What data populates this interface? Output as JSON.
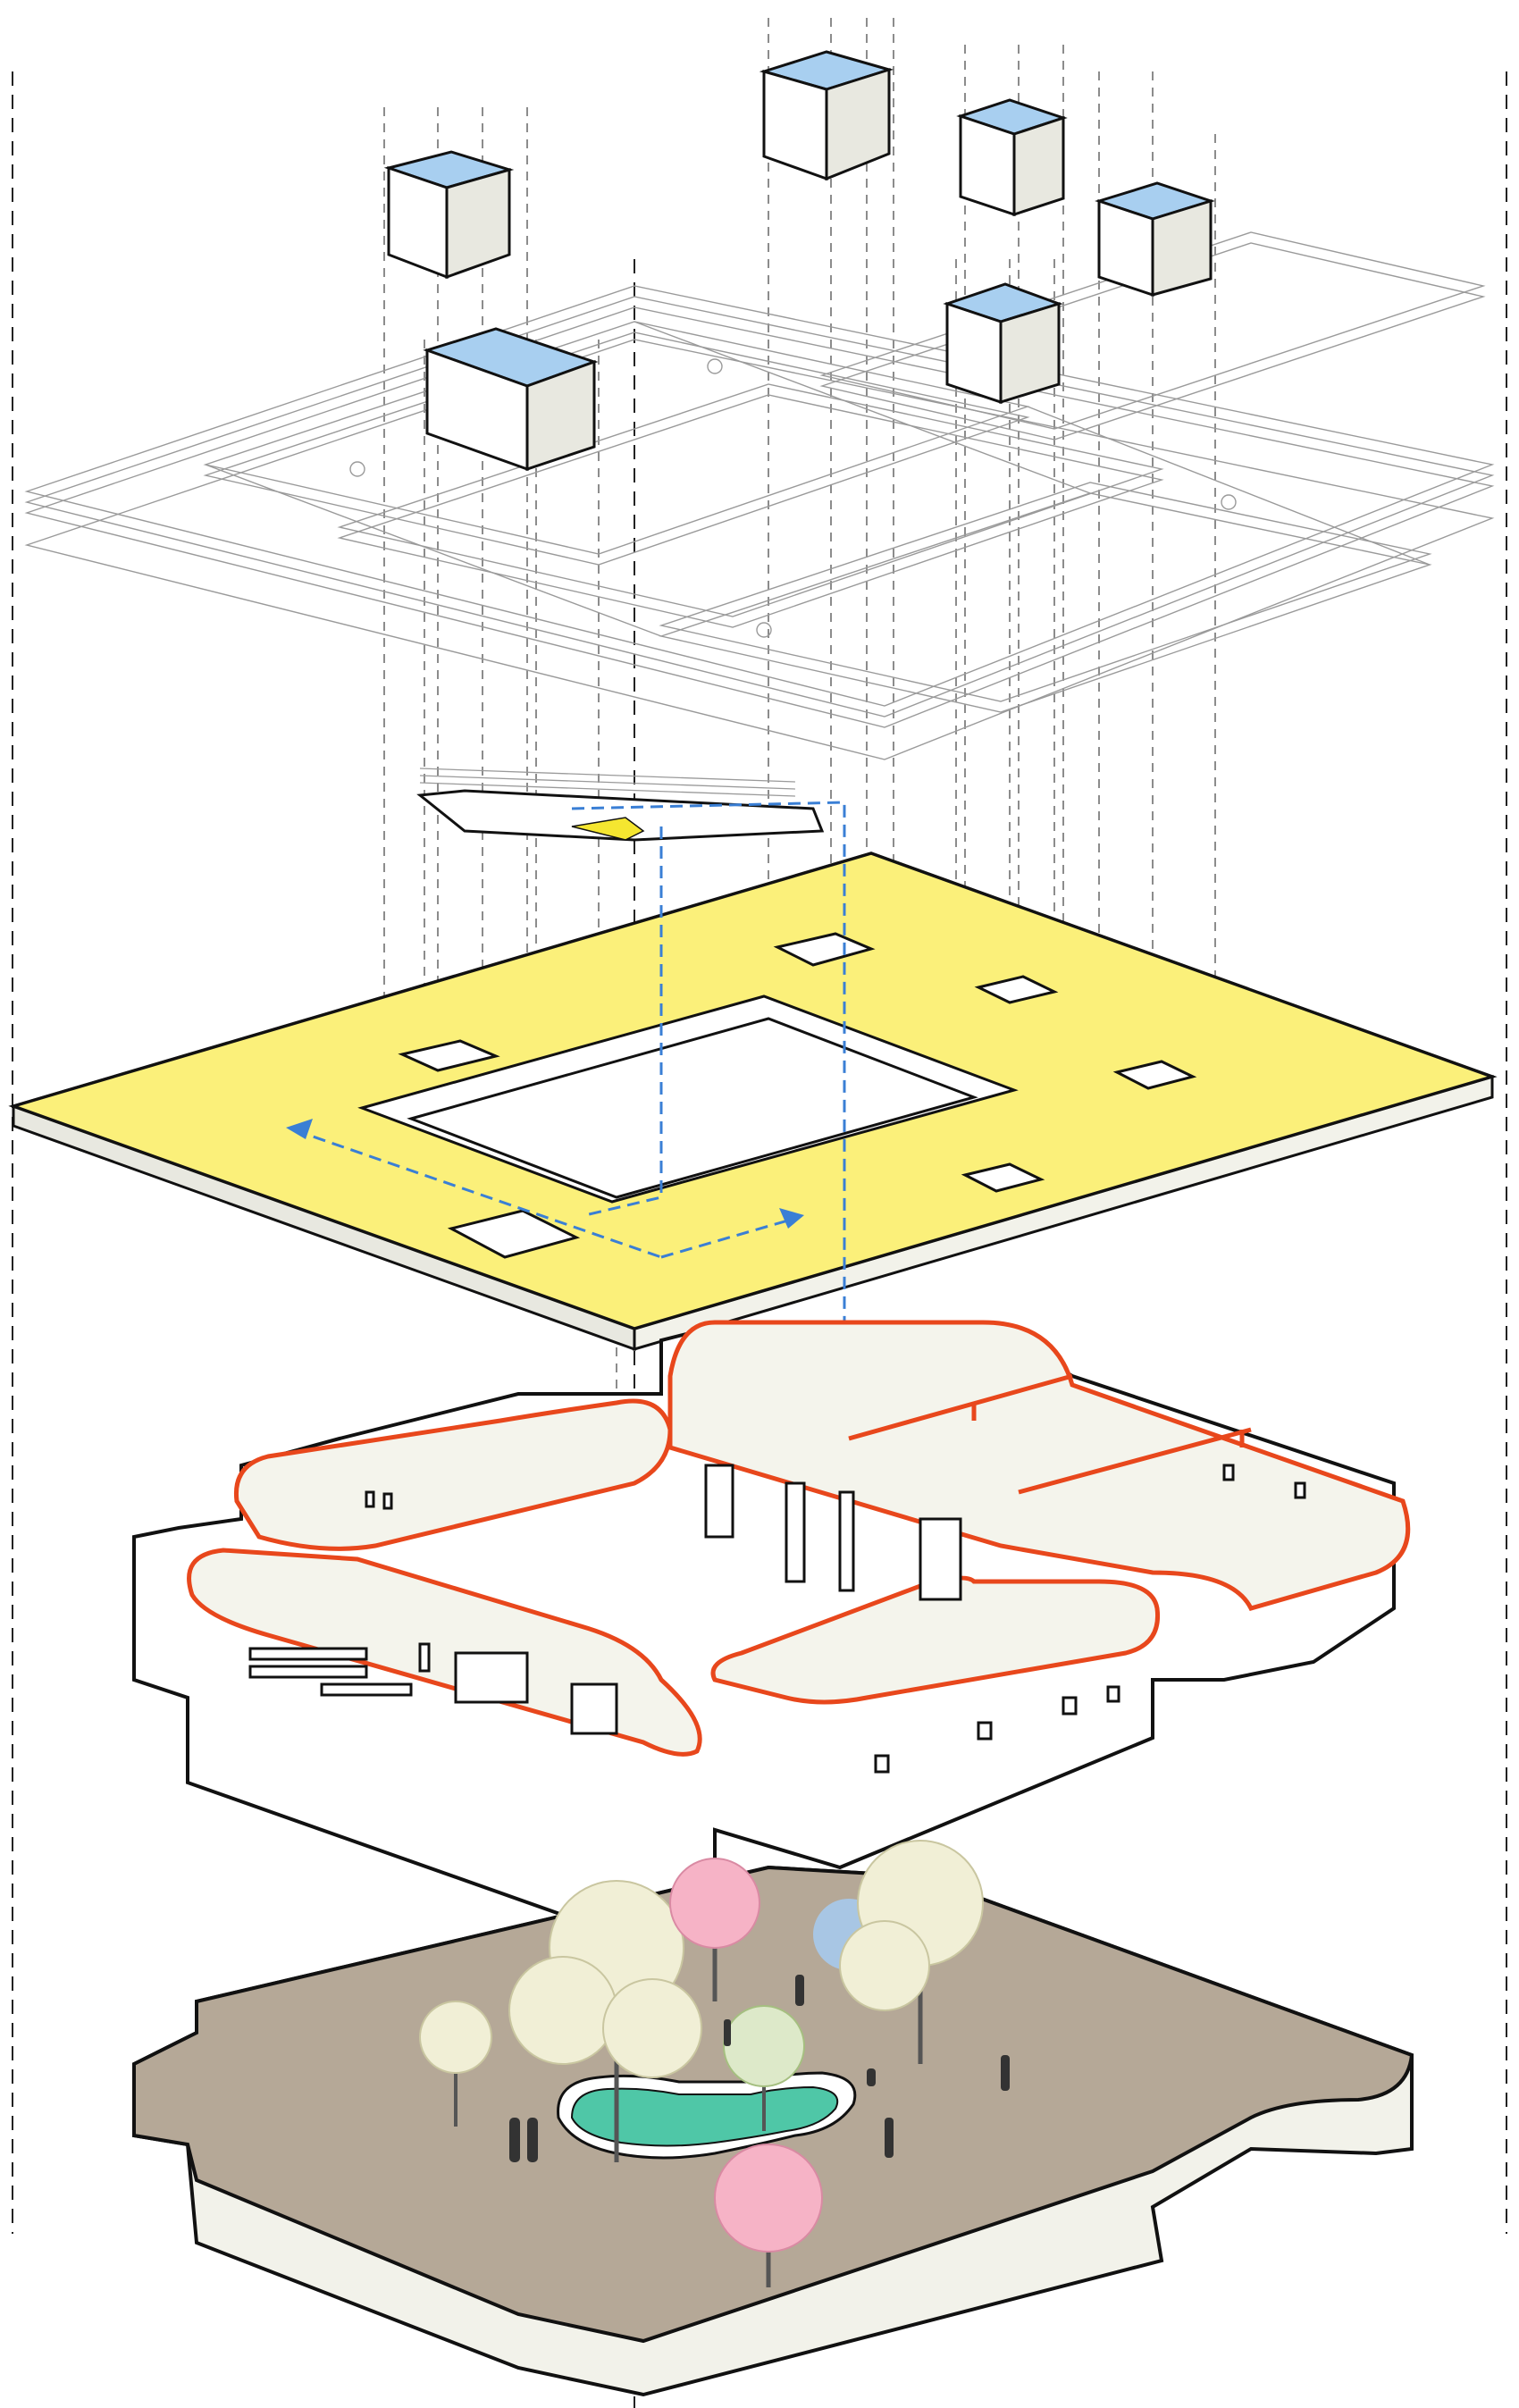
{
  "diagram": {
    "type": "exploded-axonometric",
    "layers": [
      {
        "id": "skylights",
        "label": "",
        "count": 6,
        "glass_color": "#a8cff0"
      },
      {
        "id": "roof-structure",
        "label": ""
      },
      {
        "id": "stair-landing",
        "label": ""
      },
      {
        "id": "roof-slab",
        "label": "",
        "fill_color": "#fbf07a",
        "opening_count": 7
      },
      {
        "id": "walls",
        "label": "",
        "cut_color": "#e8471c"
      },
      {
        "id": "ground",
        "label": "",
        "fill_color": "#b5a897",
        "pool_color": "#4fc7a7"
      }
    ],
    "circulation_color": "#3a7fd5",
    "tree_colors": [
      "#f1efd6",
      "#f6b3c6",
      "#a8c6e4",
      "#dde9c9"
    ]
  }
}
